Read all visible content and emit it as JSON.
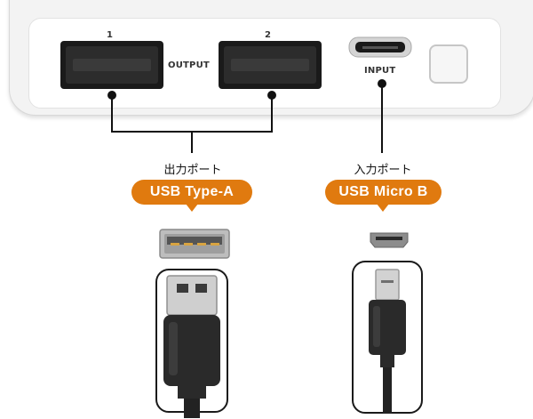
{
  "device": {
    "port1_number": "1",
    "port2_number": "2",
    "output_label": "OUTPUT",
    "input_label": "INPUT"
  },
  "output_section": {
    "port_label": "出力ポート",
    "type_tag": "USB Type-A"
  },
  "input_section": {
    "port_label": "入力ポート",
    "type_tag": "USB Micro B"
  },
  "colors": {
    "accent_orange": "#e07a0f",
    "device_body": "#f3f3f3",
    "port_dark": "#1a1a1a",
    "cable_black": "#2a2a2a"
  },
  "icons": [
    "usb-a-port-icon",
    "micro-usb-port-icon",
    "usb-a-plug-icon",
    "micro-usb-plug-icon",
    "power-button-icon"
  ]
}
